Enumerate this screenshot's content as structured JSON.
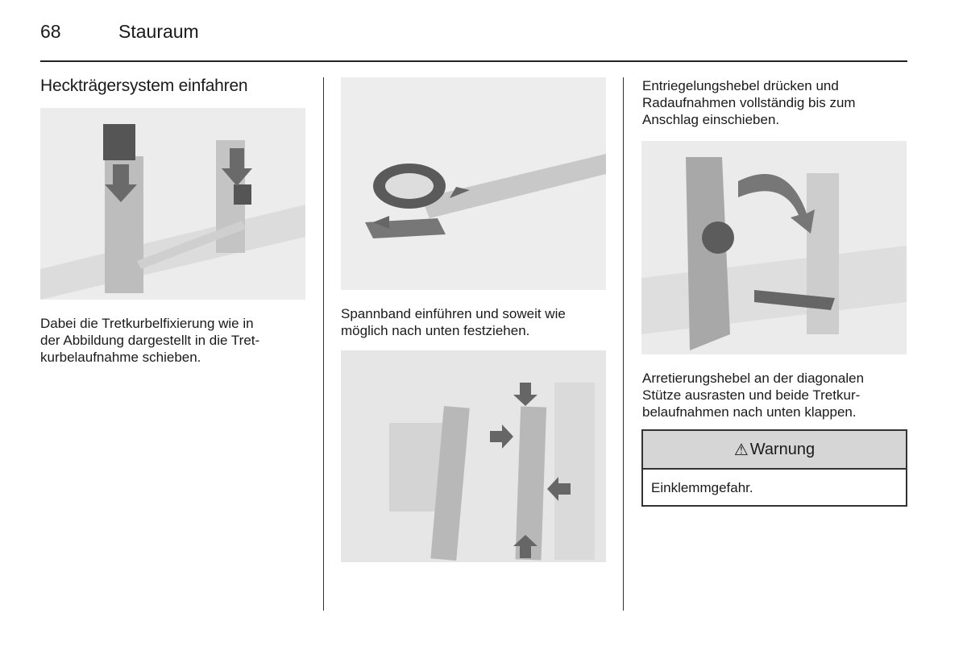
{
  "header": {
    "page_number": "68",
    "section_title": "Stauraum"
  },
  "col1": {
    "heading": "Heckträgersystem einfahren",
    "paragraph": [
      "Dabei die Tretkurbelfixierung wie in",
      "der Abbildung dargestellt in die Tret-",
      "kurbelaufnahme schieben."
    ]
  },
  "col2": {
    "paragraph": [
      "Spannband einführen und soweit wie",
      "möglich nach unten festziehen."
    ]
  },
  "col3": {
    "intro": [
      "Entriegelungshebel drücken und",
      "Radaufnahmen vollständig bis zum",
      "Anschlag einschieben."
    ],
    "paragraph": [
      "Arretierungshebel an der diagonalen",
      "Stütze ausrasten und beide Tretkur-",
      "belaufnahmen nach unten klappen."
    ],
    "warning": {
      "icon": "warning-triangle-icon",
      "title": "Warnung",
      "text": "Einklemmgefahr."
    }
  }
}
